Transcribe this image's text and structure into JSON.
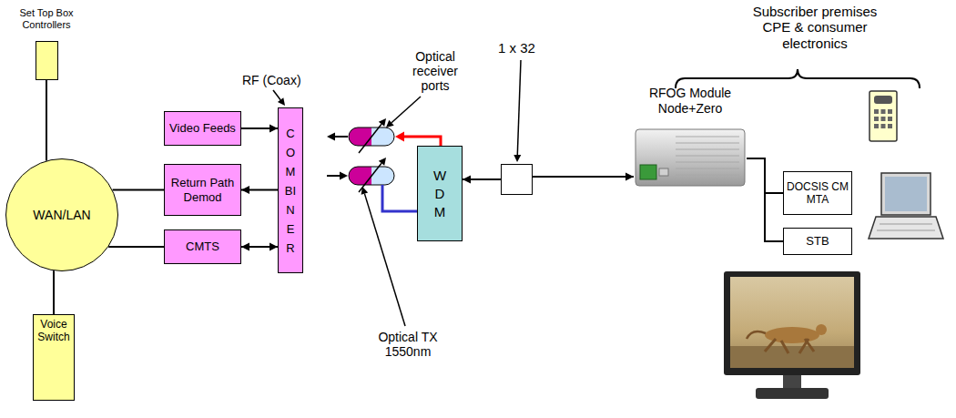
{
  "diagram": {
    "nodes": [
      {
        "text": [
          "Set Top Box Controllers"
        ]
      },
      {
        "text": [
          "WAN/LAN"
        ]
      },
      {
        "text": [
          "Voice Switch"
        ]
      },
      {
        "text": [
          "Video Feeds"
        ]
      },
      {
        "text": [
          "Return Path Demod"
        ]
      },
      {
        "text": [
          "CMTS"
        ]
      },
      {
        "text": [
          "COMBINER"
        ]
      },
      {
        "text": [
          "WDM"
        ]
      },
      {
        "text": [
          "1 x 32"
        ]
      },
      {
        "text": [
          "RFOG Module Node+Zero"
        ]
      },
      {
        "text": [
          "DOCSIS CM MTA"
        ]
      },
      {
        "text": [
          "STB"
        ]
      }
    ],
    "edges": [
      {
        "from": 0,
        "to": 1,
        "arrow": "none"
      },
      {
        "from": 1,
        "to": 2,
        "arrow": "none"
      },
      {
        "from": 1,
        "to": 4,
        "arrow": "none"
      },
      {
        "from": 1,
        "to": 5,
        "arrow": "none"
      },
      {
        "from": 3,
        "to": 6,
        "arrow": "to"
      },
      {
        "from": 6,
        "to": 4,
        "arrow": "to"
      },
      {
        "from": 5,
        "to": 6,
        "arrow": "both"
      },
      {
        "from": 8,
        "to": 7,
        "arrow": "to"
      },
      {
        "from": 8,
        "to": 9,
        "arrow": "to"
      },
      {
        "from": 9,
        "to": 10,
        "arrow": "none"
      },
      {
        "from": 9,
        "to": 11,
        "arrow": "none"
      }
    ],
    "labels": [
      "RF (Coax)",
      "Optical receiver ports",
      "Optical TX 1550nm",
      "Subscriber premises CPE & consumer electronics"
    ]
  }
}
